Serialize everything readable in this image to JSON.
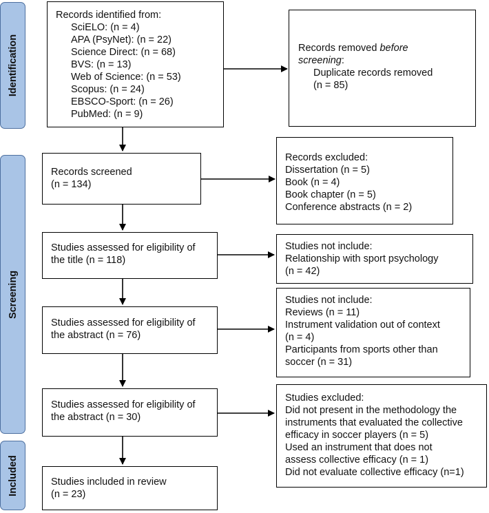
{
  "phases": {
    "identification": "Identification",
    "screening": "Screening",
    "included": "Included"
  },
  "identified": {
    "title": "Records identified from:",
    "sources": [
      "SciELO: (n = 4)",
      "APA (PsyNet): (n = 22)",
      "Science Direct: (n = 68)",
      "BVS: (n = 13)",
      "Web of Science: (n = 53)",
      "Scopus: (n = 24)",
      "EBSCO-Sport: (n = 26)",
      "PubMed: (n = 9)"
    ]
  },
  "removed": {
    "title_a": "Records removed ",
    "title_b": "before screening",
    "title_c": ":",
    "item": "Duplicate records removed",
    "count": "(n = 85)"
  },
  "screened": {
    "title": "Records screened",
    "count": "(n = 134)"
  },
  "excluded1": {
    "title": "Records excluded:",
    "items": [
      "Dissertation (n = 5)",
      "Book (n = 4)",
      "Book chapter (n = 5)",
      "Conference abstracts (n = 2)"
    ]
  },
  "title_assess": {
    "line1": "Studies assessed for eligibility of",
    "line2": "the title (n = 118)"
  },
  "not_include1": {
    "line1": "Studies not include:",
    "line2": "Relationship with sport psychology",
    "line3": "(n = 42)"
  },
  "abstract_assess1": {
    "line1": "Studies assessed for eligibility of",
    "line2": "the abstract (n = 76)"
  },
  "not_include2": {
    "lines": [
      "Studies not include:",
      "Reviews (n = 11)",
      "Instrument validation out of context",
      "(n = 4)",
      "Participants from sports other than",
      "soccer (n = 31)"
    ]
  },
  "abstract_assess2": {
    "line1": "Studies assessed for eligibility of",
    "line2": "the abstract (n = 30)"
  },
  "excluded2": {
    "lines": [
      "Studies excluded:",
      "Did not present in the methodology the",
      "instruments that evaluated the collective",
      "efficacy in soccer players (n = 5)",
      "Used an instrument that does not",
      "assess collective efficacy (n = 1)",
      "Did not evaluate collective efficacy (n=1)"
    ]
  },
  "included": {
    "title": "Studies included in review",
    "count": "(n = 23)"
  }
}
